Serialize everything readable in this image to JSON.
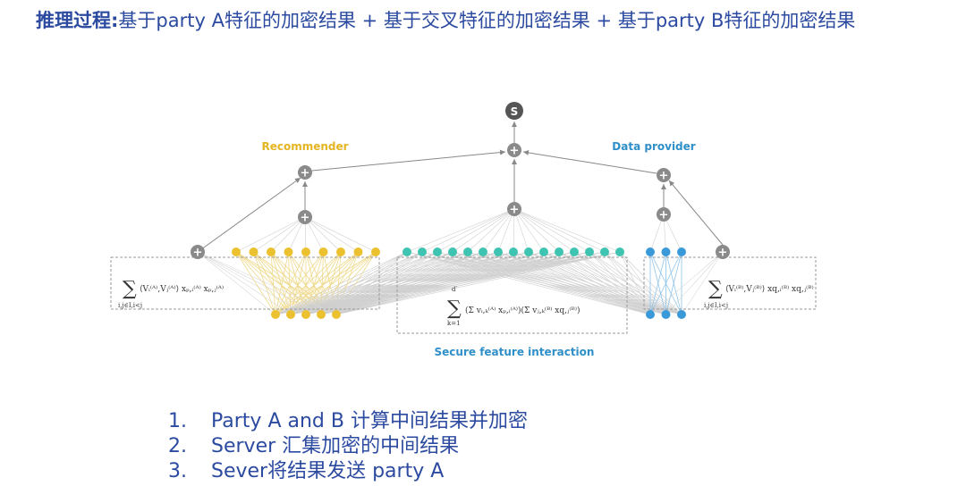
{
  "header": {
    "label": "推理过程:",
    "text": "基于party A特征的加密结果 + 基于交叉特征的加密结果 + 基于party B特征的加密结果"
  },
  "diagram": {
    "output_node": "S",
    "left_label": "Recommender",
    "right_label": "Data provider",
    "bottom_label": "Secure feature interaction",
    "formula_left": {
      "sum_sub": "i,j∈I,i<j",
      "body": "⟨Vᵢ⁽ᴬ⁾,Vⱼ⁽ᴬ⁾⟩ xₚ,ᵢ⁽ᴬ⁾ xₚ,ⱼ⁽ᴬ⁾"
    },
    "formula_mid": {
      "sum_top": "d′",
      "sum_sub": "k=1",
      "body": "(Σ vᵢ,ₖ⁽ᴬ⁾ xₚ,ᵢ⁽ᴬ⁾)(Σ vⱼ,ₖ⁽ᴮ⁾ xq,ⱼ⁽ᴮ⁾)"
    },
    "formula_right": {
      "sum_sub": "i,j∈I,i<j",
      "body": "⟨Vᵢ⁽ᴮ⁾,Vⱼ⁽ᴮ⁾⟩ xq,ᵢ⁽ᴮ⁾ xq,ⱼ⁽ᴮ⁾"
    },
    "colors": {
      "yellow": "#ecc12f",
      "teal": "#3fc4b1",
      "blue": "#3a9ad9",
      "gray": "#8a8a8a",
      "left_label": "#e3b520",
      "right_label": "#2f8fc9",
      "bottom_label": "#2f8fc9"
    }
  },
  "steps": [
    {
      "num": "1.",
      "text": "Party A and B 计算中间结果并加密"
    },
    {
      "num": "2.",
      "text": "Server 汇集加密的中间结果"
    },
    {
      "num": "3.",
      "text": "Sever将结果发送 party A"
    }
  ]
}
